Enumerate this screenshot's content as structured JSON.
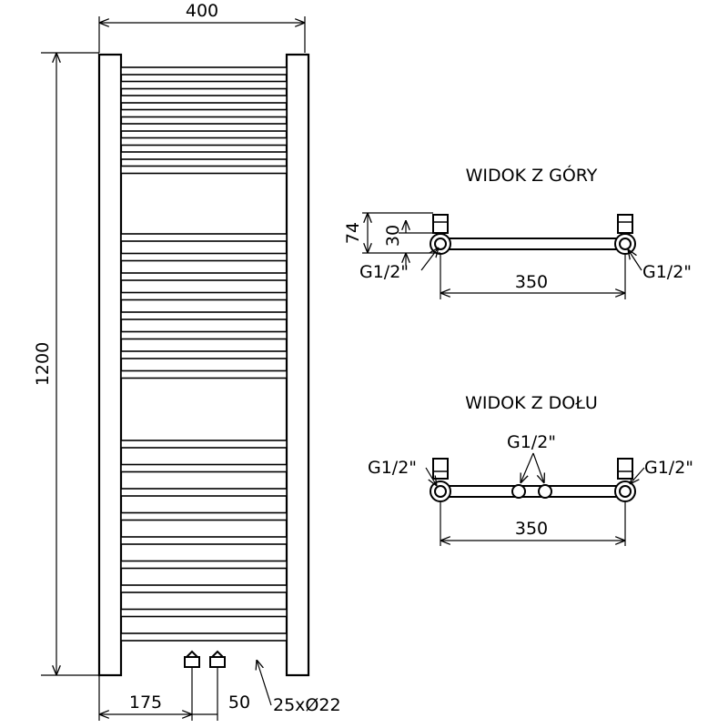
{
  "front_view": {
    "width_label": "400",
    "height_label": "1200",
    "left_offset_label": "175",
    "spacing_label": "50",
    "tubes_label": "25xØ22",
    "rung_count": 25
  },
  "top_view": {
    "title": "WIDOK Z GÓRY",
    "depth_label": "74",
    "inner_depth_label": "30",
    "thread_left": "G1/2\"",
    "thread_right": "G1/2\"",
    "span_label": "350"
  },
  "bottom_view": {
    "title": "WIDOK Z DOŁU",
    "thread_left": "G1/2\"",
    "thread_middle": "G1/2\"",
    "thread_right": "G1/2\"",
    "span_label": "350"
  }
}
